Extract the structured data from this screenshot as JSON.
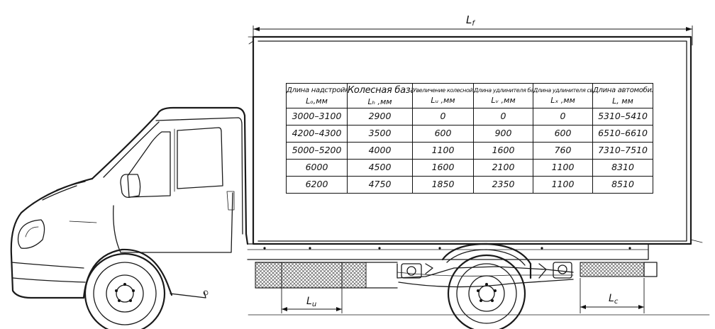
{
  "dimensions": {
    "lf": "L",
    "lf_sub": "f",
    "lu": "L",
    "lu_sub": "u",
    "lc": "L",
    "lc_sub": "c"
  },
  "table": {
    "headers": [
      {
        "line1": "Длина надстройки",
        "line2": "Lₒ,мм"
      },
      {
        "line1": "Колесная база",
        "line2": "Lₕ ,мм"
      },
      {
        "line1": "Увеличение колесной базы",
        "line2": "Lᵤ ,мм"
      },
      {
        "line1": "Длина удлинителя базы",
        "line2": "Lᵥ ,мм"
      },
      {
        "line1": "Длина удлинителя свеса",
        "line2": "Lₓ ,мм"
      },
      {
        "line1": "Длина автомобиля",
        "line2": "L, мм"
      }
    ],
    "rows": [
      [
        "3000–3100",
        "2900",
        "0",
        "0",
        "0",
        "5310–5410"
      ],
      [
        "4200–4300",
        "3500",
        "600",
        "900",
        "600",
        "6510–6610"
      ],
      [
        "5000–5200",
        "4000",
        "1100",
        "1600",
        "760",
        "7310–7510"
      ],
      [
        "6000",
        "4500",
        "1600",
        "2100",
        "1100",
        "8310"
      ],
      [
        "6200",
        "4750",
        "1850",
        "2350",
        "1100",
        "8510"
      ]
    ]
  }
}
